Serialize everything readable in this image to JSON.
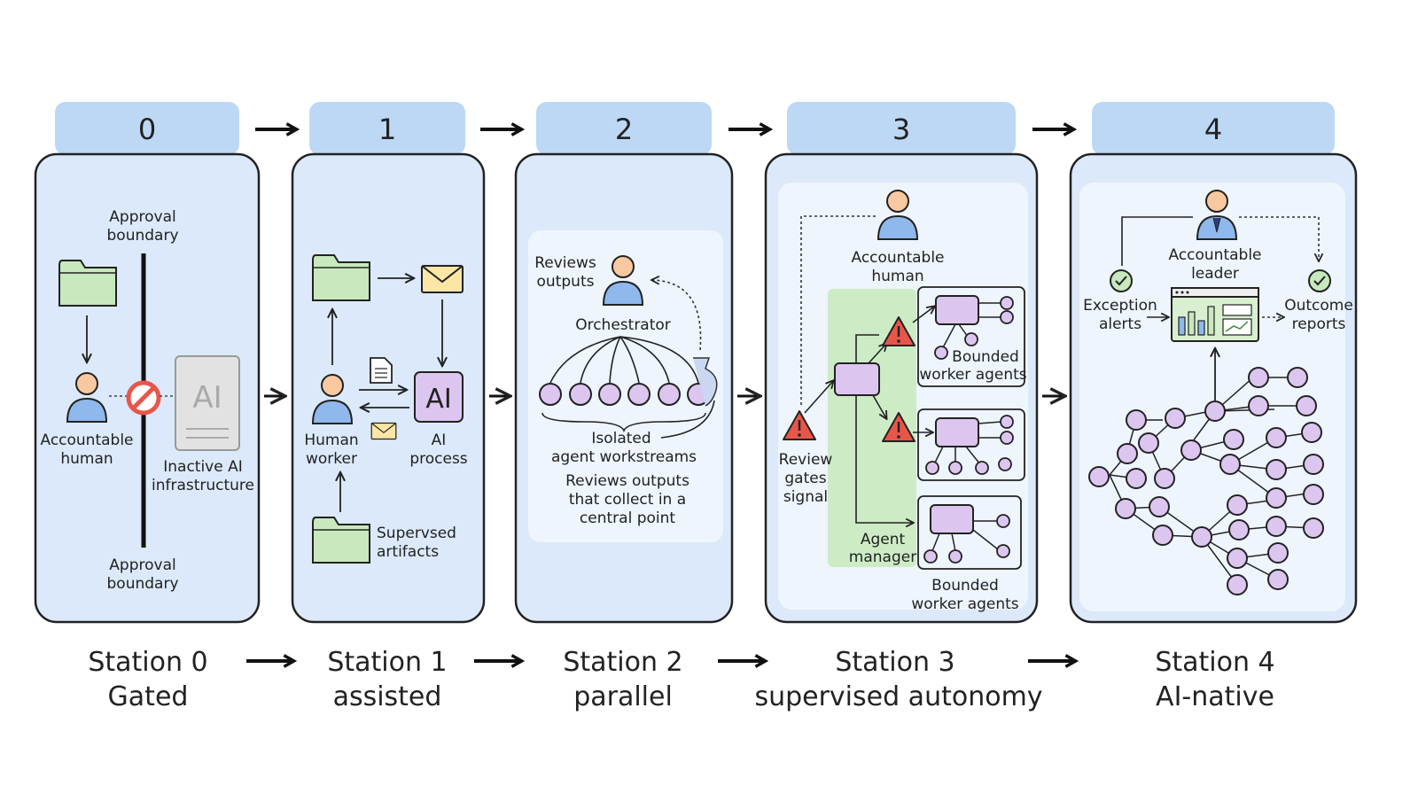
{
  "stations": [
    {
      "number": "0",
      "caption_line1": "Station 0",
      "caption_line2": "Gated",
      "labels": {
        "approval_top": [
          "Approval",
          "boundary"
        ],
        "human": [
          "Accountable",
          "human"
        ],
        "ai_box": "AI",
        "inactive_ai": [
          "Inactive AI",
          "infrastructure"
        ],
        "approval_bottom": [
          "Approval",
          "boundary"
        ]
      }
    },
    {
      "number": "1",
      "caption_line1": "Station 1",
      "caption_line2": "assisted",
      "labels": {
        "human": [
          "Human",
          "worker"
        ],
        "ai_box": "AI",
        "ai_process": [
          "AI",
          "process"
        ],
        "artifacts": [
          "Supervsed",
          "artifacts"
        ]
      }
    },
    {
      "number": "2",
      "caption_line1": "Station 2",
      "caption_line2": "parallel",
      "labels": {
        "reviews": [
          "Reviews",
          "outputs"
        ],
        "orchestrator": "Orchestrator",
        "isolated": [
          "Isolated",
          "agent workstreams"
        ],
        "collect": [
          "Reviews outputs",
          "that collect in a",
          "central point"
        ]
      }
    },
    {
      "number": "3",
      "caption_line1": "Station 3",
      "caption_line2": "supervised autonomy",
      "labels": {
        "human": [
          "Accountable",
          "human"
        ],
        "bounded_top": [
          "Bounded",
          "worker agents"
        ],
        "review_gates": [
          "Review",
          "gates",
          "signal"
        ],
        "agent_manager": [
          "Agent",
          "manager"
        ],
        "bounded_bottom": [
          "Bounded",
          "worker agents"
        ]
      }
    },
    {
      "number": "4",
      "caption_line1": "Station 4",
      "caption_line2": "AI-native",
      "labels": {
        "leader": [
          "Accountable",
          "leader"
        ],
        "exception": [
          "Exception",
          "alerts"
        ],
        "outcome": [
          "Outcome",
          "reports"
        ]
      }
    }
  ],
  "colors": {
    "tab": "#bcd8f5",
    "panel": "#dbe9fa",
    "inner": "#eef5fd",
    "folder": "#c8e8bd",
    "purple": "#dcc6f0",
    "person_body": "#8fb8ec",
    "person_head": "#f8c9a0",
    "warning": "#e8564a",
    "green_band": "#cdecc5"
  }
}
